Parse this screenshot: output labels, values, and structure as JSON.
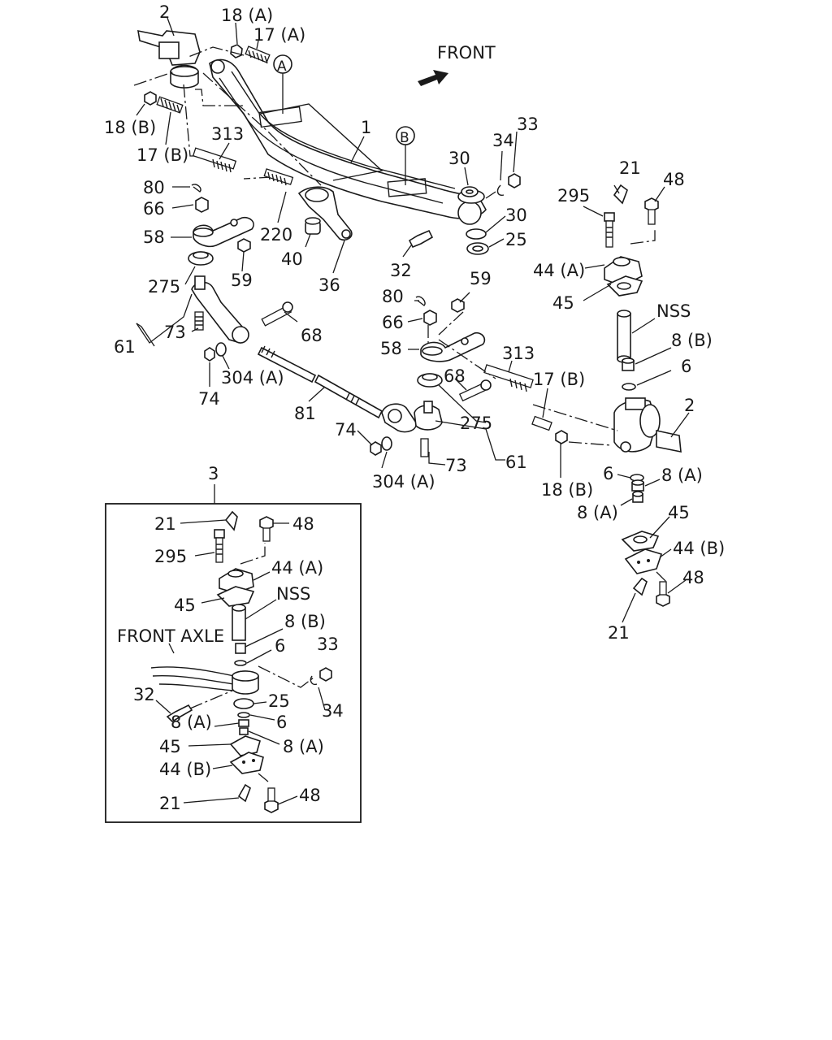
{
  "direction_label": "FRONT",
  "marker_a": "A",
  "marker_b": "B",
  "inset": {
    "number": "3",
    "axle_caption": "FRONT  AXLE",
    "labels": {
      "l21_top": "21",
      "l48_top": "48",
      "l295": "295",
      "l44a": "44 (A)",
      "l45_top": "45",
      "lnss": "NSS",
      "l8b": "8 (B)",
      "l6_top": "6",
      "l33": "33",
      "l34": "34",
      "l32": "32",
      "l25": "25",
      "l8a_left": "8 (A)",
      "l6_bot": "6",
      "l8a_right": "8 (A)",
      "l45_bot": "45",
      "l44b": "44 (B)",
      "l21_bot": "21",
      "l48_bot": "48"
    }
  },
  "labels": {
    "p2_top": "2",
    "p18a": "18 (A)",
    "p17a": "17 (A)",
    "p18b_left": "18 (B)",
    "p17b_left": "17 (B)",
    "p313_left": "313",
    "p1": "1",
    "p33": "33",
    "p34": "34",
    "p30_top": "30",
    "p80_left": "80",
    "p66_left": "66",
    "p58_left": "58",
    "p220": "220",
    "p59_left": "59",
    "p40": "40",
    "p36": "36",
    "p30_mid": "30",
    "p25": "25",
    "p32": "32",
    "p275_left": "275",
    "p61_left": "61",
    "p73_left": "73",
    "p68_left": "68",
    "p304a_left": "304 (A)",
    "p74_left": "74",
    "p81": "81",
    "p80_mid": "80",
    "p59_mid": "59",
    "p66_mid": "66",
    "p58_mid": "58",
    "p313_right": "313",
    "p68_mid": "68",
    "p17b_right": "17 (B)",
    "p275_right": "275",
    "p74_right": "74",
    "p304a_right": "304 (A)",
    "p73_right": "73",
    "p61_right": "61",
    "p18b_right": "18 (B)",
    "r21_top": "21",
    "r48_top": "48",
    "r295": "295",
    "r44a": "44 (A)",
    "r45_top": "45",
    "rnss": "NSS",
    "r8b": "8 (B)",
    "r6_top": "6",
    "r2": "2",
    "r6_bot": "6",
    "r8a_a": "8 (A)",
    "r8a_b": "8 (A)",
    "r45_bot": "45",
    "r44b": "44 (B)",
    "r48_bot": "48",
    "r21_bot": "21"
  }
}
